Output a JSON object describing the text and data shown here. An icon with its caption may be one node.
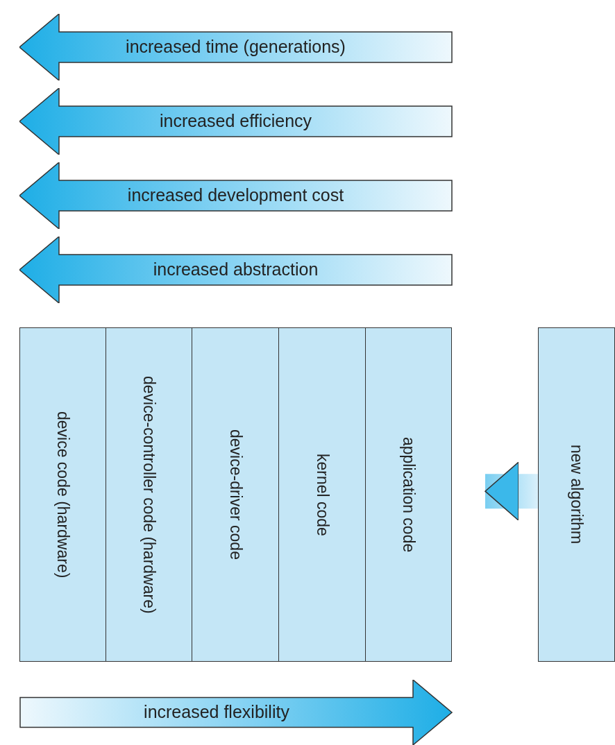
{
  "diagram": {
    "nodes": [
      {
        "text": [
          "increased time (generations)"
        ]
      },
      {
        "text": [
          "increased efficiency"
        ]
      },
      {
        "text": [
          "increased development cost"
        ]
      },
      {
        "text": [
          "increased abstraction"
        ]
      },
      {
        "text": [
          "device code (hardware)"
        ]
      },
      {
        "text": [
          "device-controller code (hardware)"
        ]
      },
      {
        "text": [
          "device-driver code"
        ]
      },
      {
        "text": [
          "kernel code"
        ]
      },
      {
        "text": [
          "application code"
        ]
      },
      {
        "text": [
          "new algorithm"
        ]
      },
      {
        "text": [
          "increased flexibility"
        ]
      }
    ],
    "edges": [
      {
        "from": 9,
        "to": 8,
        "arrow": "to",
        "style": "thick"
      }
    ]
  }
}
